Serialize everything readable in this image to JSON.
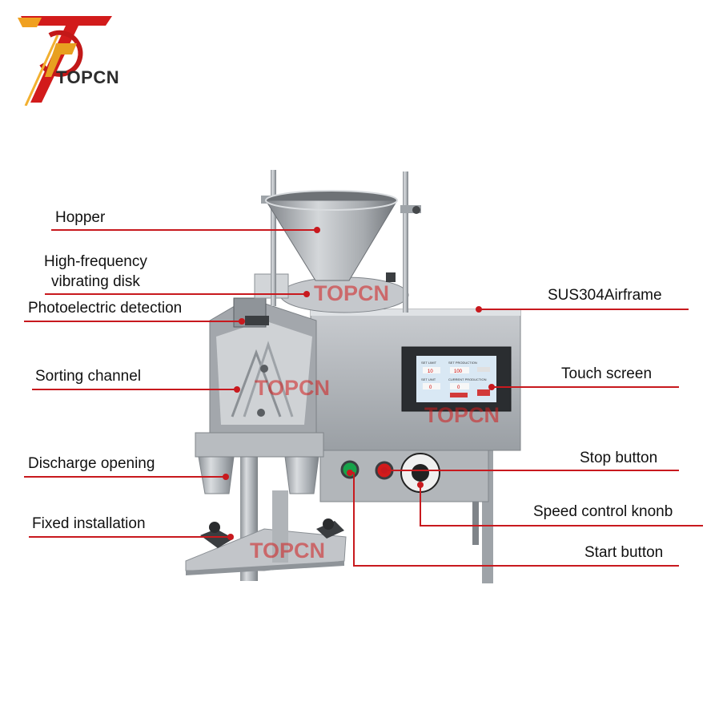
{
  "logo": {
    "text": "TOPCN"
  },
  "watermark": "TOPCN",
  "labels": {
    "hopper": "Hopper",
    "vibrating_line1": "High-frequency",
    "vibrating_line2": "vibrating disk",
    "photoelectric": "Photoelectric detection",
    "sorting": "Sorting channel",
    "discharge": "Discharge opening",
    "fixed": "Fixed installation",
    "frame": "SUS304Airframe",
    "touch": "Touch screen",
    "stop": "Stop button",
    "speed": "Speed control knonb",
    "start": "Start button"
  },
  "screen": {
    "set_limit": "SET LIMIT",
    "set_production": "SET PRODUCTION",
    "limit_value": "10",
    "production_value": "100",
    "set_unit": "SET UNIT",
    "current_production": "CURRENT PRODUCTION",
    "value_a": "0",
    "value_b": "0"
  },
  "colors": {
    "leader": "#c8191e",
    "brand_red": "#d21b1b",
    "steel": "#b9bdc2"
  }
}
